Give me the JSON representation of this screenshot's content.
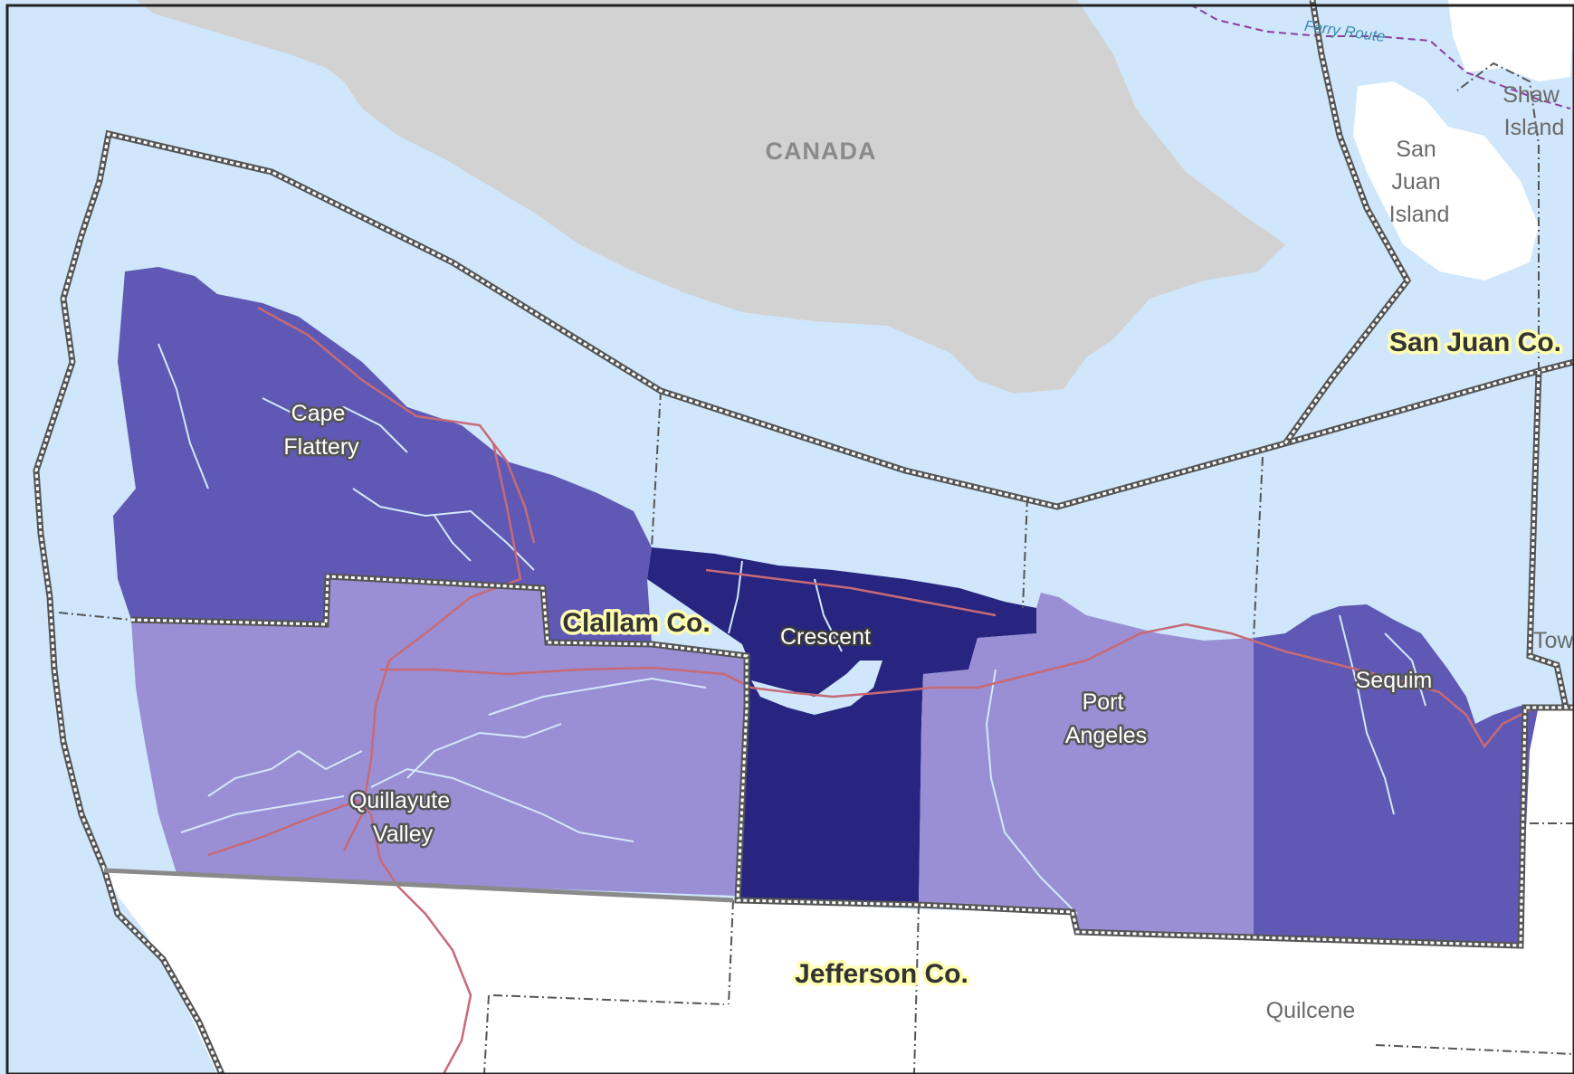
{
  "map": {
    "colors": {
      "water": "#cfe6fb",
      "canada": "#d2d2d2",
      "land": "#ffffff",
      "tier_light": "#9a8fd5",
      "tier_medium": "#5f58b4",
      "tier_dark": "#27257f",
      "river": "#d4e8fb",
      "road": "#c76a76",
      "ferry": "#8e3d9e",
      "boundary": "#555555"
    },
    "country_label": "CANADA",
    "ferry_label": "Ferry Route",
    "counties": [
      {
        "id": "clallam",
        "label": "Clallam Co."
      },
      {
        "id": "san-juan",
        "label": "San Juan Co."
      },
      {
        "id": "jefferson",
        "label": "Jefferson Co."
      }
    ],
    "districts": [
      {
        "id": "cape-flattery",
        "lines": [
          "Cape",
          "Flattery"
        ],
        "tier": "medium"
      },
      {
        "id": "quillayute-valley",
        "lines": [
          "Quillayute",
          "Valley"
        ],
        "tier": "light"
      },
      {
        "id": "crescent",
        "lines": [
          "Crescent"
        ],
        "tier": "dark"
      },
      {
        "id": "port-angeles",
        "lines": [
          "Port",
          "Angeles"
        ],
        "tier": "light"
      },
      {
        "id": "sequim",
        "lines": [
          "Sequim"
        ],
        "tier": "medium"
      }
    ],
    "places": [
      {
        "id": "san-juan-island",
        "lines": [
          "San",
          "Juan",
          "Island"
        ]
      },
      {
        "id": "shaw-island",
        "lines": [
          "Shaw",
          "Island"
        ]
      },
      {
        "id": "quilcene",
        "lines": [
          "Quilcene"
        ]
      },
      {
        "id": "port-townsend-partial",
        "lines": [
          "Tow"
        ]
      }
    ]
  }
}
